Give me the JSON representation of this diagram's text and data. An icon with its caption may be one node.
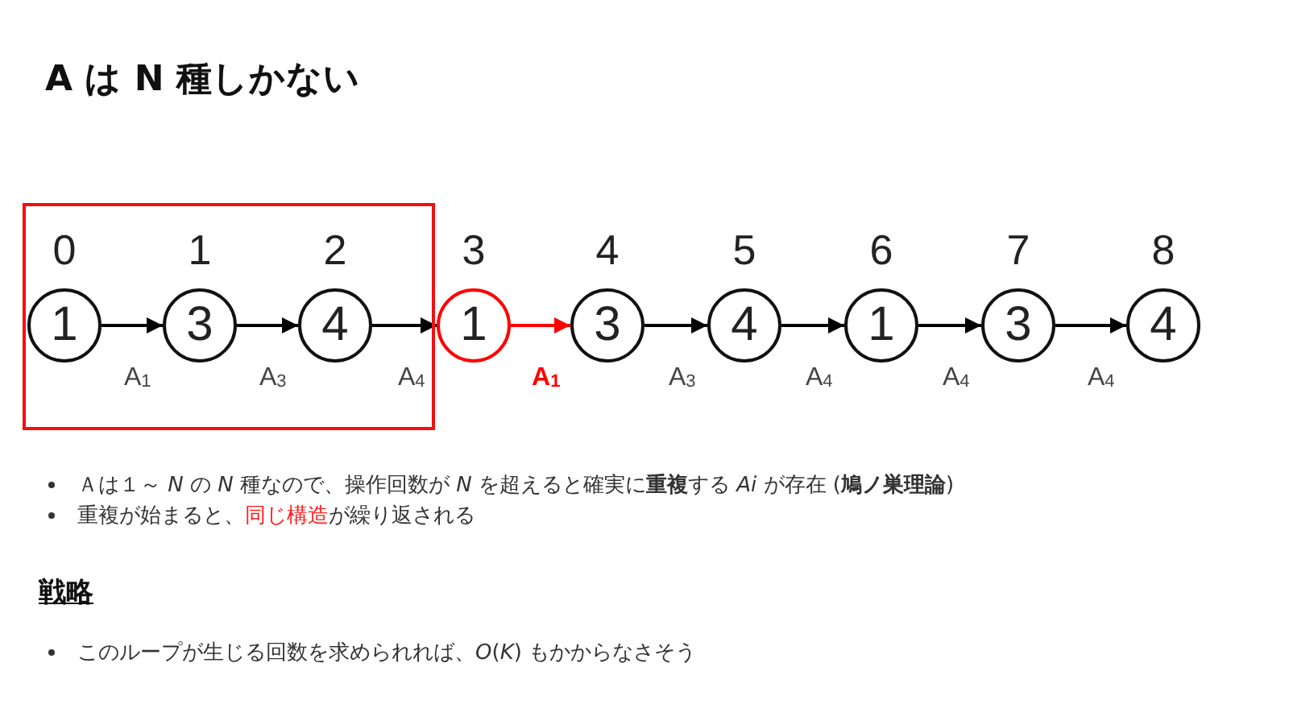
{
  "diagram": {
    "title": "A は N 種しかない",
    "nodes": [
      {
        "text": [],
        "shape": "box"
      },
      {
        "text": [
          "1"
        ],
        "beside": [
          "0"
        ],
        "in": 0
      },
      {
        "text": [
          "3"
        ],
        "beside": [
          "1"
        ],
        "in": 0
      },
      {
        "text": [
          "4"
        ],
        "beside": [
          "2"
        ],
        "in": 0
      },
      {
        "text": [
          "1"
        ],
        "beside": [
          "3"
        ]
      },
      {
        "text": [
          "3"
        ],
        "beside": [
          "4"
        ]
      },
      {
        "text": [
          "4"
        ],
        "beside": [
          "5"
        ]
      },
      {
        "text": [
          "1"
        ],
        "beside": [
          "6"
        ]
      },
      {
        "text": [
          "3"
        ],
        "beside": [
          "7"
        ]
      },
      {
        "text": [
          "4"
        ],
        "beside": [
          "8"
        ]
      }
    ],
    "edges": [
      {
        "from": 1,
        "to": 2,
        "arrow": "to",
        "label": "A$_{1}$"
      },
      {
        "from": 2,
        "to": 3,
        "arrow": "to",
        "label": "A$_{3}$"
      },
      {
        "from": 3,
        "to": 4,
        "arrow": "to",
        "label": "A$_{4}$"
      },
      {
        "from": 4,
        "to": 5,
        "arrow": "to",
        "label": "A$_{1}$",
        "color": "#ff0000"
      },
      {
        "from": 5,
        "to": 6,
        "arrow": "to",
        "label": "A$_{3}$"
      },
      {
        "from": 6,
        "to": 7,
        "arrow": "to",
        "label": "A$_{4}$"
      },
      {
        "from": 7,
        "to": 8,
        "arrow": "to",
        "label": "A$_{4}$"
      },
      {
        "from": 8,
        "to": 9,
        "arrow": "to",
        "label": "A$_{4}$"
      }
    ],
    "labels": [
      "Ａは１～ *N* の *N* 種なので、操作回数が *N* を超えると確実に**重複**する *Ai* が存在 (**鳩ノ巣理論**)",
      "重複が始まると、",
      "同じ構造",
      "が繰り返される",
      "戦略",
      "このループが生じる回数を求められれば、*O*(*K*) もかからなさそう"
    ]
  }
}
